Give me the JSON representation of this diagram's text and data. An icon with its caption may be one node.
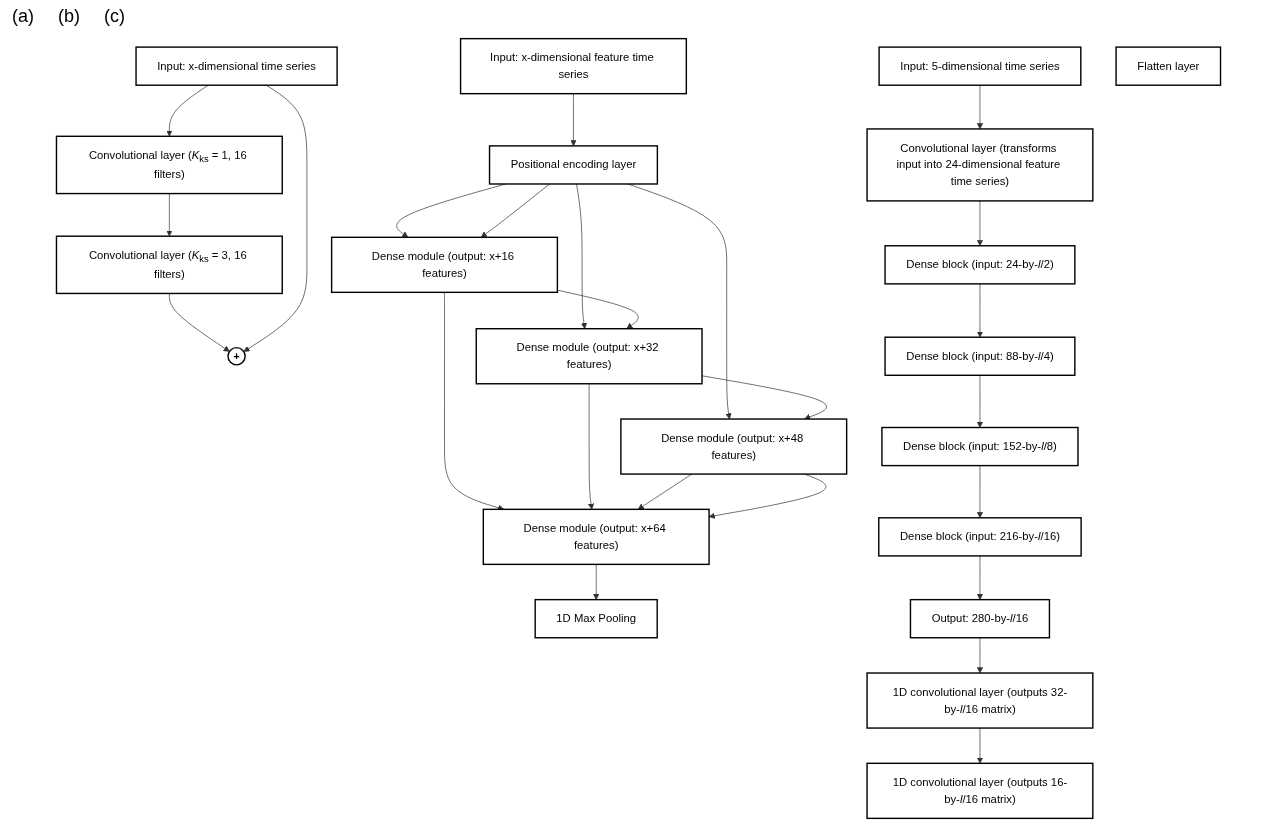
{
  "diagram": {
    "nodes": [
      {
        "text": [
          "Input: x-dimensional time series"
        ]
      },
      {
        "text": [
          "Convolutional layer (*K*$_{ks}$ = 1, 16 filters)"
        ]
      },
      {
        "text": [
          "Convolutional layer (*K*$_{ks}$ = 3, 16 filters)"
        ]
      },
      {
        "text": [
          "+"
        ]
      },
      {
        "text": [
          "Input: x-dimensional feature time series"
        ]
      },
      {
        "text": [
          "Positional encoding layer"
        ]
      },
      {
        "text": [
          "Dense module (output: x+16 features)"
        ]
      },
      {
        "text": [
          "Dense module (output: x+32 features)"
        ]
      },
      {
        "text": [
          "Dense module (output: x+48 features)"
        ]
      },
      {
        "text": [
          "Dense module (output: x+64 features)"
        ]
      },
      {
        "text": [
          "1D Max Pooling"
        ]
      },
      {
        "text": [
          "Input: 5-dimensional time series"
        ]
      },
      {
        "text": [
          "Convolutional layer (transforms input into 24-dimensional feature time series)"
        ]
      },
      {
        "text": [
          "Dense block (input: 24-by-*l*/2)"
        ]
      },
      {
        "text": [
          "Dense block (input: 88-by-*l*/4)"
        ]
      },
      {
        "text": [
          "Dense block (input: 152-by-*l*/8)"
        ]
      },
      {
        "text": [
          "Dense block (input: 216-by-*l*/16)"
        ]
      },
      {
        "text": [
          "Output: 280-by-*l*/16"
        ]
      },
      {
        "text": [
          "1D convolutional layer (outputs 32-by-*l*/16 matrix)"
        ]
      },
      {
        "text": [
          "1D convolutional layer (outputs 16-by-*l*/16 matrix)"
        ]
      },
      {
        "text": [
          "Flatten layer"
        ]
      }
    ],
    "edges": [
      {
        "from": 0,
        "to": 1,
        "arrow": "to"
      },
      {
        "from": 1,
        "to": 2,
        "arrow": "to"
      },
      {
        "from": 2,
        "to": 3,
        "arrow": "to"
      },
      {
        "from": 0,
        "to": 3,
        "arrow": "to"
      },
      {
        "from": 4,
        "to": 5,
        "arrow": "to"
      },
      {
        "from": 5,
        "to": 6,
        "arrow": "to"
      },
      {
        "from": 5,
        "to": 6,
        "arrow": "to"
      },
      {
        "from": 5,
        "to": 7,
        "arrow": "to"
      },
      {
        "from": 5,
        "to": 8,
        "arrow": "to"
      },
      {
        "from": 6,
        "to": 7,
        "arrow": "to"
      },
      {
        "from": 6,
        "to": 9,
        "arrow": "to"
      },
      {
        "from": 7,
        "to": 8,
        "arrow": "to"
      },
      {
        "from": 7,
        "to": 9,
        "arrow": "to"
      },
      {
        "from": 8,
        "to": 9,
        "arrow": "to"
      },
      {
        "from": 8,
        "to": 9,
        "arrow": "to"
      },
      {
        "from": 9,
        "to": 10,
        "arrow": "to"
      },
      {
        "from": 11,
        "to": 12,
        "arrow": "to"
      },
      {
        "from": 12,
        "to": 13,
        "arrow": "to"
      },
      {
        "from": 13,
        "to": 14,
        "arrow": "to"
      },
      {
        "from": 14,
        "to": 15,
        "arrow": "to"
      },
      {
        "from": 15,
        "to": 16,
        "arrow": "to"
      },
      {
        "from": 16,
        "to": 17,
        "arrow": "to"
      },
      {
        "from": 17,
        "to": 18,
        "arrow": "to"
      },
      {
        "from": 18,
        "to": 19,
        "arrow": "to"
      }
    ],
    "labels": [
      "(a)",
      "(b)",
      "(c)"
    ]
  }
}
